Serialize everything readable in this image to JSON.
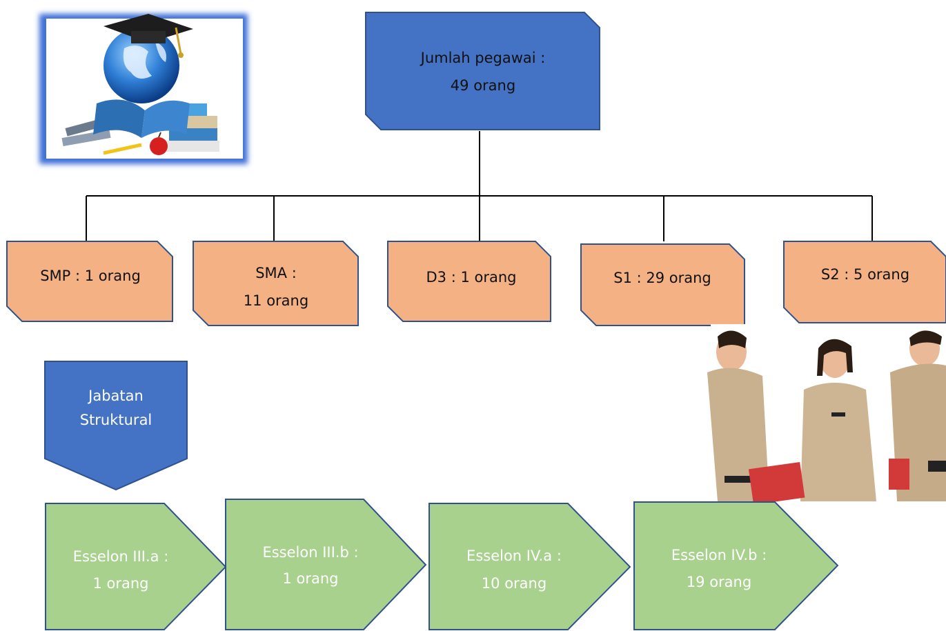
{
  "top_box": {
    "line1": "Jumlah pegawai :",
    "line2": "49 orang"
  },
  "education": [
    {
      "line1": "SMP : 1 orang",
      "line2": ""
    },
    {
      "line1": "SMA :",
      "line2": "11 orang"
    },
    {
      "line1": "D3 : 1 orang",
      "line2": ""
    },
    {
      "line1": "S1 : 29 orang",
      "line2": ""
    },
    {
      "line1": "S2 : 5 orang",
      "line2": ""
    }
  ],
  "structural": {
    "line1": "Jabatan",
    "line2": "Struktural"
  },
  "echelons": [
    {
      "line1": "Esselon III.a :",
      "line2": "1 orang"
    },
    {
      "line1": "Esselon III.b :",
      "line2": "1 orang"
    },
    {
      "line1": "Esselon IV.a :",
      "line2": "10 orang"
    },
    {
      "line1": "Esselon IV.b :",
      "line2": "19 orang"
    }
  ],
  "colors": {
    "blue": "#4472c4",
    "orange": "#f4b183",
    "green": "#a9d18e",
    "outline": "#2f528f"
  },
  "images": {
    "education_clipart": "globe-graduation-cap-books-icon",
    "employees_clipart": "civil-servants-illustration"
  }
}
